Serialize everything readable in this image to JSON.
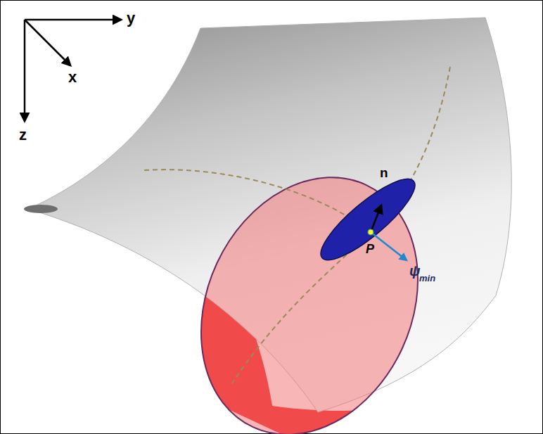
{
  "diagram": {
    "labels": [
      "y",
      "x",
      "z",
      "n",
      "P",
      "ψ",
      "min"
    ]
  }
}
